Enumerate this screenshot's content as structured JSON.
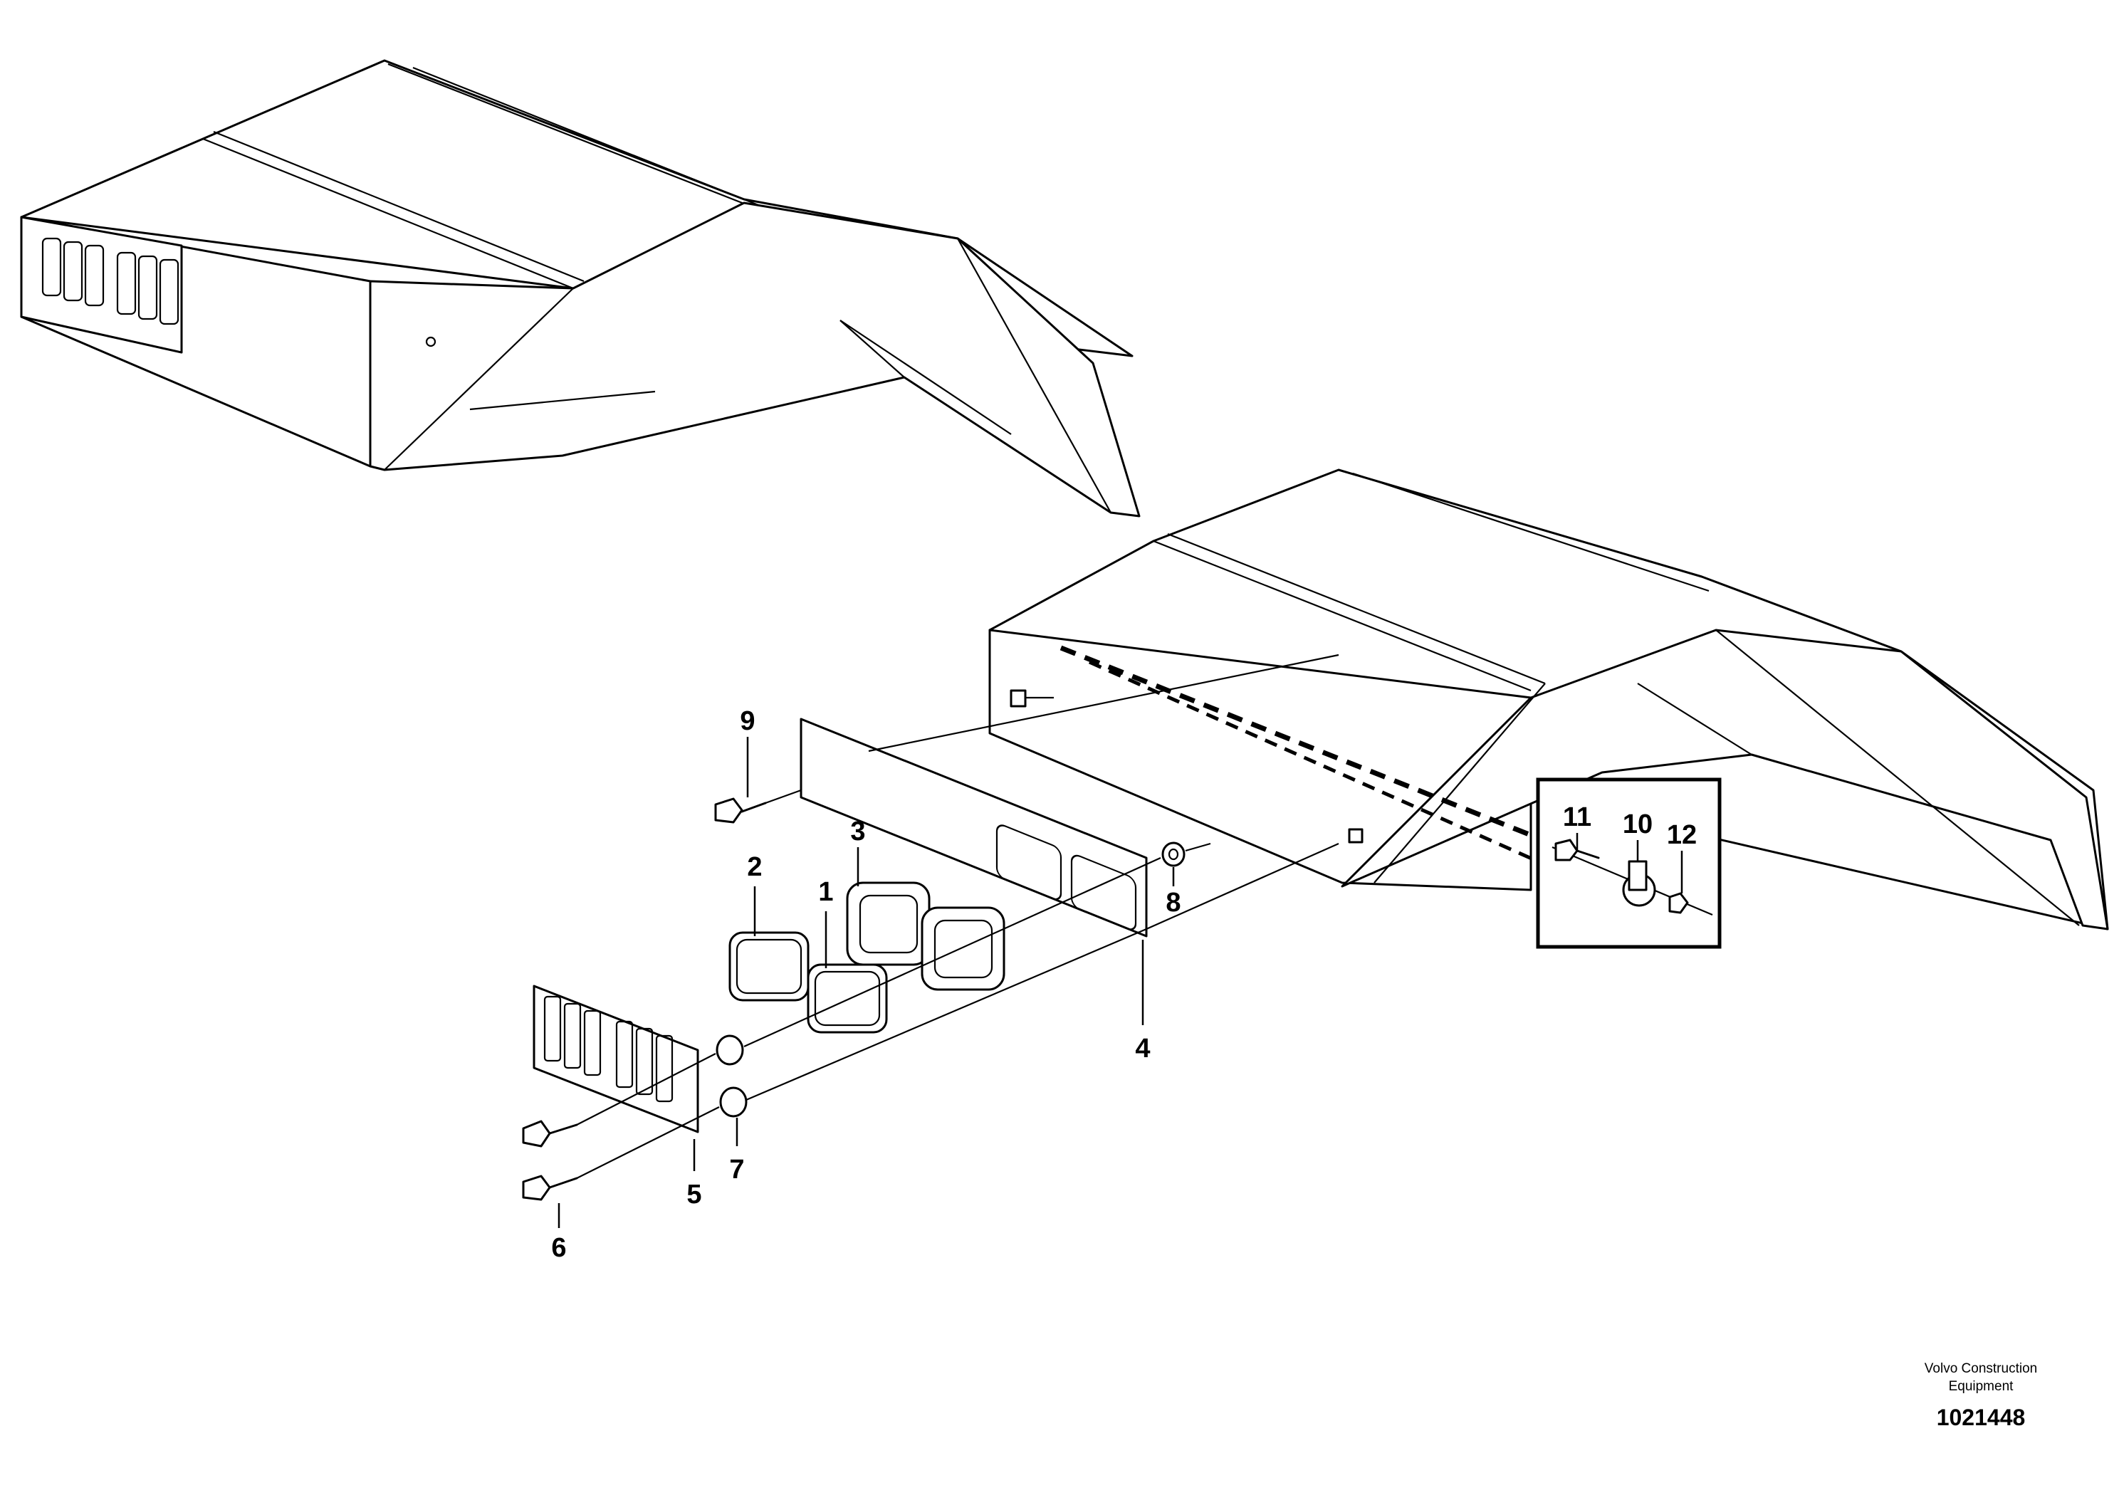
{
  "callouts": [
    "1",
    "2",
    "3",
    "4",
    "5",
    "6",
    "7",
    "8",
    "9",
    "10",
    "11",
    "12"
  ],
  "footer": {
    "brand_line1": "Volvo Construction",
    "brand_line2": "Equipment",
    "doc_number": "1021448"
  }
}
